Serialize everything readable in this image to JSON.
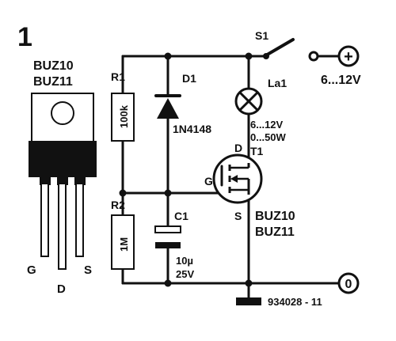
{
  "figure": {
    "number": "1",
    "reference": "934028 - 11"
  },
  "package": {
    "part_lines": [
      "BUZ10",
      "BUZ11"
    ],
    "pins": [
      "G",
      "D",
      "S"
    ]
  },
  "components": {
    "R1": {
      "ref": "R1",
      "value": "100k"
    },
    "R2": {
      "ref": "R2",
      "value": "1M"
    },
    "D1": {
      "ref": "D1",
      "value": "1N4148"
    },
    "C1": {
      "ref": "C1",
      "value_lines": [
        "10µ",
        "25V"
      ]
    },
    "La1": {
      "ref": "La1",
      "spec_lines": [
        "6...12V",
        "0...50W"
      ]
    },
    "S1": {
      "ref": "S1"
    },
    "T1": {
      "ref": "T1",
      "pins": {
        "gate": "G",
        "drain": "D",
        "source": "S"
      },
      "part_lines": [
        "BUZ10",
        "BUZ11"
      ]
    }
  },
  "terminals": {
    "positive": {
      "symbol": "+",
      "label": "6...12V"
    },
    "ground": {
      "symbol": "0"
    }
  }
}
